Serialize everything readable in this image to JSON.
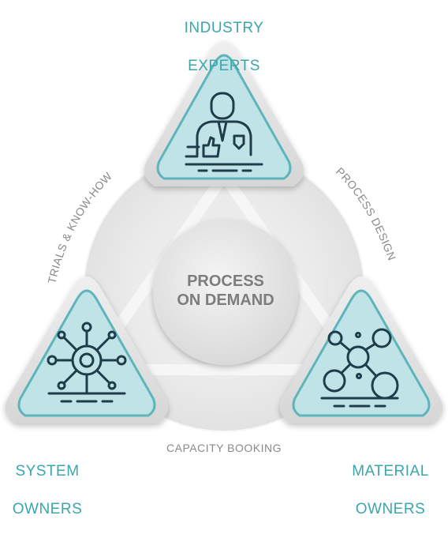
{
  "diagram": {
    "center_label_line1": "PROCESS",
    "center_label_line2": "ON DEMAND",
    "nodes": {
      "top": {
        "line1": "INDUSTRY",
        "line2": "EXPERTS",
        "icon": "expert-thumbs-up-icon"
      },
      "left": {
        "line1": "SYSTEM",
        "line2": "OWNERS",
        "icon": "gear-network-icon"
      },
      "right": {
        "line1": "MATERIAL",
        "line2": "OWNERS",
        "icon": "molecule-icon"
      }
    },
    "edges": {
      "left": "TRIALS & KNOW-HOW",
      "right": "PROCESS DESIGN",
      "bottom": "CAPACITY BOOKING"
    }
  },
  "colors": {
    "accent_text": "#3aa6ad",
    "triangle_fill": "#bfe3e6",
    "triangle_border": "#5eb4bb",
    "icon_stroke": "#1f3c4a",
    "grey_text": "#8a8a8a",
    "center_text": "#7d7d7d"
  }
}
